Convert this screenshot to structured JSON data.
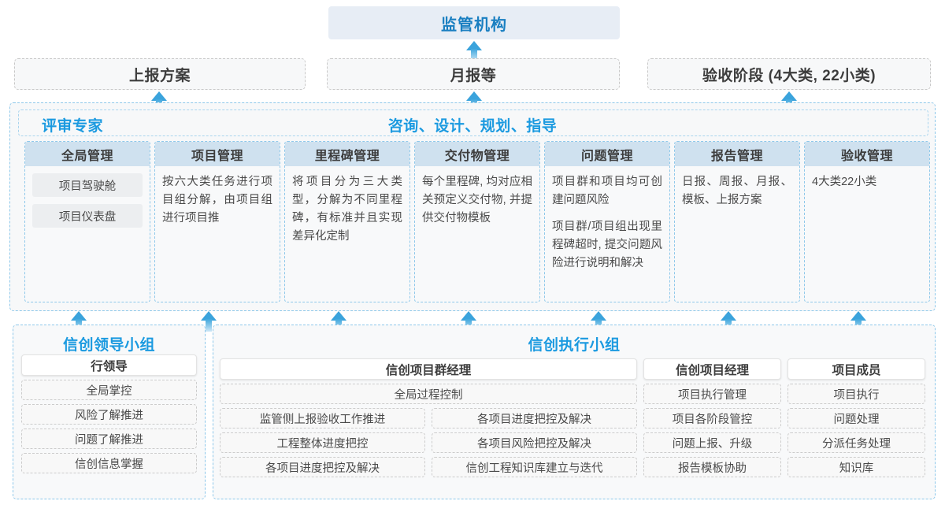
{
  "top": {
    "banner": "监管机构",
    "reports": [
      {
        "label": "上报方案"
      },
      {
        "label": "月报等"
      },
      {
        "label": "验收阶段 (4大类, 22小类)"
      }
    ]
  },
  "consulting": {
    "left_title": "评审专家",
    "center_title": "咨询、设计、规划、指导",
    "columns": [
      {
        "title": "全局管理",
        "paragraphs": [],
        "chips": [
          "项目驾驶舱",
          "项目仪表盘"
        ]
      },
      {
        "title": "项目管理",
        "paragraphs": [
          "按六大类任务进行项目组分解，由项目组进行项目推"
        ],
        "chips": []
      },
      {
        "title": "里程碑管理",
        "paragraphs": [
          "将项目分为三大类型，分解为不同里程碑，有标准并且实现差异化定制"
        ],
        "chips": []
      },
      {
        "title": "交付物管理",
        "paragraphs": [
          "每个里程碑, 均对应相关预定义交付物, 并提供交付物模板"
        ],
        "chips": []
      },
      {
        "title": "问题管理",
        "paragraphs": [
          "项目群和项目均可创建问题风险",
          "项目群/项目组出现里程碑超时, 提交问题风险进行说明和解决"
        ],
        "chips": []
      },
      {
        "title": "报告管理",
        "paragraphs": [
          "日报、周报、月报、模板、上报方案"
        ],
        "chips": []
      },
      {
        "title": "验收管理",
        "paragraphs": [
          "4大类22小类"
        ],
        "chips": []
      }
    ]
  },
  "bottom": {
    "leadership": {
      "title": "信创领导小组",
      "role": "行领导",
      "tasks": [
        "全局掌控",
        "风险了解推进",
        "问题了解推进",
        "信创信息掌握"
      ]
    },
    "execution": {
      "title": "信创执行小组",
      "program_manager": {
        "role": "信创项目群经理",
        "wide_task": "全局过程控制",
        "left_tasks": [
          "监管侧上报验收工作推进",
          "工程整体进度把控",
          "各项目进度把控及解决"
        ],
        "right_tasks": [
          "各项目进度把控及解决",
          "各项目风险把控及解决",
          "信创工程知识库建立与迭代"
        ]
      },
      "project_manager": {
        "role": "信创项目经理",
        "tasks": [
          "项目执行管理",
          "项目各阶段管控",
          "问题上报、升级",
          "报告模板协助"
        ]
      },
      "member": {
        "role": "项目成员",
        "tasks": [
          "项目执行",
          "问题处理",
          "分派任务处理",
          "知识库"
        ]
      }
    }
  },
  "colors": {
    "accent": "#1b9ae0",
    "banner_bg": "#e7edf5",
    "column_head_bg": "#cfe1ef",
    "arrow": "#3aa3dc"
  }
}
